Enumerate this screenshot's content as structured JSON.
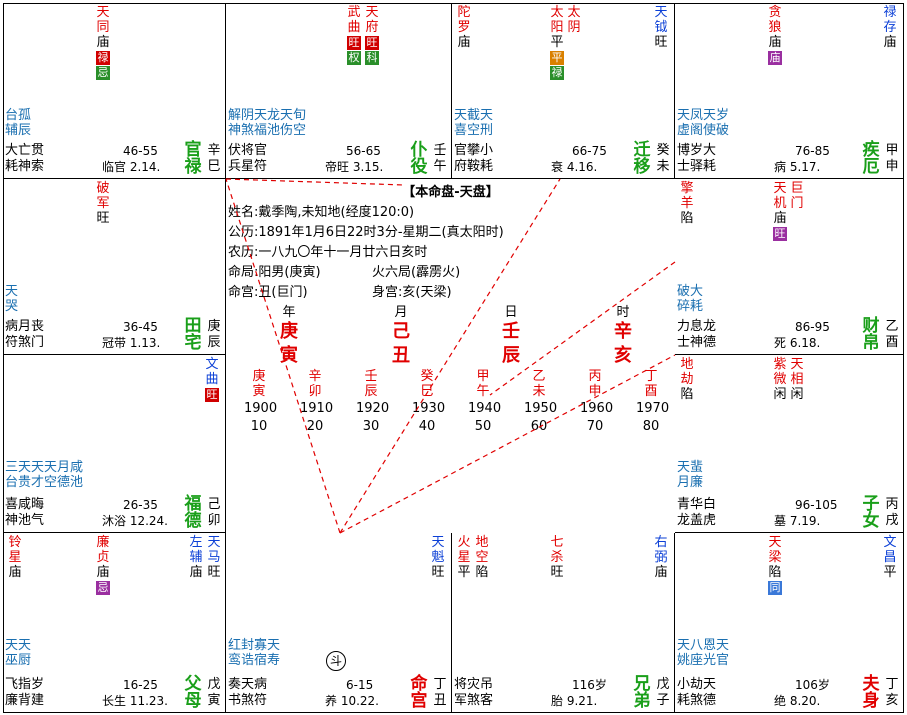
{
  "palaces": {
    "si": {
      "stars": [
        {
          "n": "天同",
          "b": "庙",
          "hua": [
            {
              "t": "禄",
              "c": "ji"
            },
            {
              "t": "忌",
              "c": "lu"
            }
          ]
        }
      ],
      "minor": [
        "台孤",
        "辅辰"
      ],
      "b1": "大亡贯",
      "b2": "耗神索",
      "age": "46-55",
      "cs": "临官 2.14.",
      "name": [
        "官",
        "禄"
      ],
      "gz": [
        "辛",
        "巳"
      ]
    },
    "wu": {
      "stars": [
        {
          "n": "武曲",
          "b": "",
          "hua": [
            {
              "t": "旺",
              "c": "ji"
            },
            {
              "t": "权",
              "c": "lu"
            }
          ]
        },
        {
          "n": "天府",
          "b": "",
          "hua": [
            {
              "t": "旺",
              "c": "ji"
            },
            {
              "t": "科",
              "c": "lu"
            }
          ]
        }
      ],
      "minor": [
        "解阴天龙天旬",
        "神煞福池伤空"
      ],
      "b1": "伏将官",
      "b2": "兵星符",
      "age": "56-65",
      "cs": "帝旺 3.15.",
      "name": [
        "仆",
        "役"
      ],
      "gz": [
        "壬",
        "午"
      ]
    },
    "wei": {
      "stars": [
        {
          "n": "陀罗",
          "b": "庙"
        },
        {
          "n": "太阳",
          "b": "平",
          "hua": [
            {
              "t": "平",
              "c": "orange"
            },
            {
              "t": "禄",
              "c": "lu"
            }
          ]
        },
        {
          "n": "太阴",
          "b": ""
        },
        {
          "n": "天钺",
          "b": "旺",
          "blue": true
        }
      ],
      "minor": [
        "天截天",
        "喜空刑"
      ],
      "b1": "官攀小",
      "b2": "府鞍耗",
      "age": "66-75",
      "cs": "衰 4.16.",
      "name": [
        "迁",
        "移"
      ],
      "gz": [
        "癸",
        "未"
      ]
    },
    "shen": {
      "stars": [
        {
          "n": "贪狼",
          "b": "庙",
          "hua": [
            {
              "t": "庙",
              "c": "purple"
            }
          ]
        },
        {
          "n": "禄存",
          "b": "庙",
          "blue": true
        }
      ],
      "minor": [
        "天凤天岁",
        "虚阁使破"
      ],
      "b1": "博岁大",
      "b2": "士驿耗",
      "age": "76-85",
      "cs": "病 5.17.",
      "name": [
        "疾",
        "厄"
      ],
      "gz": [
        "甲",
        "申"
      ]
    },
    "chen": {
      "stars": [
        {
          "n": "破军",
          "b": "旺"
        }
      ],
      "minor": [
        "天",
        "哭"
      ],
      "b1": "病月丧",
      "b2": "符煞门",
      "age": "36-45",
      "cs": "冠带 1.13.",
      "name": [
        "田",
        "宅"
      ],
      "gz": [
        "庚",
        "辰"
      ]
    },
    "you": {
      "stars": [
        {
          "n": "擎羊",
          "b": "陷"
        },
        {
          "n": "天机",
          "b": "庙",
          "hua": [
            {
              "t": "旺",
              "c": "purple"
            }
          ]
        },
        {
          "n": "巨门",
          "b": ""
        }
      ],
      "minor": [
        "破大",
        "碎耗"
      ],
      "b1": "力息龙",
      "b2": "士神德",
      "age": "86-95",
      "cs": "死 6.18.",
      "name": [
        "财",
        "帛"
      ],
      "gz": [
        "乙",
        "酉"
      ]
    },
    "mao": {
      "stars": [
        {
          "n": "文曲",
          "b": "",
          "blue": true,
          "hua": [
            {
              "t": "旺",
              "c": "ji"
            }
          ]
        }
      ],
      "minor": [
        "三天天天月咸",
        "台贵才空德池"
      ],
      "b1": "喜咸晦",
      "b2": "神池气",
      "age": "26-35",
      "cs": "沐浴 12.24.",
      "name": [
        "福",
        "德"
      ],
      "gz": [
        "己",
        "卯"
      ]
    },
    "xu": {
      "stars": [
        {
          "n": "地劫",
          "b": "陷"
        },
        {
          "n": "紫微",
          "b": "闲"
        },
        {
          "n": "天相",
          "b": "闲"
        }
      ],
      "minor": [
        "天蜚",
        "月廉"
      ],
      "b1": "青华白",
      "b2": "龙盖虎",
      "age": "96-105",
      "cs": "墓 7.19.",
      "name": [
        "子",
        "女"
      ],
      "gz": [
        "丙",
        "戌"
      ]
    },
    "yin": {
      "stars": [
        {
          "n": "铃星",
          "b": "庙"
        },
        {
          "n": "廉贞",
          "b": "庙",
          "hua": [
            {
              "t": "忌",
              "c": "purple"
            }
          ]
        },
        {
          "n": "左辅",
          "b": "庙",
          "blue": true
        },
        {
          "n": "天马",
          "b": "旺",
          "blue": true
        }
      ],
      "minor": [
        "天天",
        "巫厨"
      ],
      "b1": "飞指岁",
      "b2": "廉背建",
      "age": "16-25",
      "cs": "长生 11.23.",
      "name": [
        "父",
        "母"
      ],
      "gz": [
        "戊",
        "寅"
      ]
    },
    "chou": {
      "stars": [
        {
          "n": "天魁",
          "b": "旺",
          "blue": true
        }
      ],
      "minor": [
        "红封寡天",
        "鸾诰宿寿"
      ],
      "b1": "奏天病",
      "b2": "书煞符",
      "age": "6-15",
      "cs": "养 10.22.",
      "name": [
        "命",
        "宫"
      ],
      "gz": [
        "丁",
        "丑"
      ],
      "mark": "斗"
    },
    "zi": {
      "stars": [
        {
          "n": "火星",
          "b": "平"
        },
        {
          "n": "地空",
          "b": "陷"
        },
        {
          "n": "七杀",
          "b": "旺"
        },
        {
          "n": "右弼",
          "b": "庙",
          "blue": true
        }
      ],
      "minor": [],
      "b1": "将灾吊",
      "b2": "军煞客",
      "age": "116岁",
      "cs": "胎 9.21.",
      "name": [
        "兄",
        "弟"
      ],
      "gz": [
        "戊",
        "子"
      ]
    },
    "hai": {
      "stars": [
        {
          "n": "天梁",
          "b": "陷",
          "hua": [
            {
              "t": "同",
              "c": "blue"
            }
          ]
        },
        {
          "n": "文昌",
          "b": "平",
          "blue": true
        }
      ],
      "minor": [
        "天八恩天",
        "姚座光官"
      ],
      "b1": "小劫天",
      "b2": "耗煞德",
      "age": "106岁",
      "cs": "绝 8.20.",
      "name": [
        "夫",
        "身"
      ],
      "gz": [
        "丁",
        "亥"
      ]
    }
  },
  "center": {
    "title": "【本命盘-天盘】",
    "l1": "姓名:戴季陶,未知地(经度120:0)",
    "l2": "公历:1891年1月6日22时3分-星期二(真太阳时)",
    "l3": "农历:一八九〇年十一月廿六日亥时",
    "l4a": "命局:阳男(庚寅)",
    "l4b": "火六局(霹雳火)",
    "l5a": "命宫:丑(巨门)",
    "l5b": "身宫:亥(天梁)",
    "pillars": [
      {
        "lab": "年",
        "g1": "庚",
        "g2": "寅"
      },
      {
        "lab": "月",
        "g1": "己",
        "g2": "丑"
      },
      {
        "lab": "日",
        "g1": "壬",
        "g2": "辰"
      },
      {
        "lab": "时",
        "g1": "辛",
        "g2": "亥"
      }
    ],
    "dayun": [
      {
        "a": "庚",
        "b": "寅",
        "y": "1900",
        "n": "10"
      },
      {
        "a": "辛",
        "b": "卯",
        "y": "1910",
        "n": "20"
      },
      {
        "a": "壬",
        "b": "辰",
        "y": "1920",
        "n": "30"
      },
      {
        "a": "癸",
        "b": "巳",
        "y": "1930",
        "n": "40"
      },
      {
        "a": "甲",
        "b": "午",
        "y": "1940",
        "n": "50"
      },
      {
        "a": "乙",
        "b": "未",
        "y": "1950",
        "n": "60"
      },
      {
        "a": "丙",
        "b": "申",
        "y": "1960",
        "n": "70"
      },
      {
        "a": "丁",
        "b": "酉",
        "y": "1970",
        "n": "80"
      }
    ]
  },
  "colors": {
    "red": "#e00000",
    "blue": "#0b3fd6",
    "green": "#1a9f1a",
    "minor": "#1a6fb0"
  }
}
